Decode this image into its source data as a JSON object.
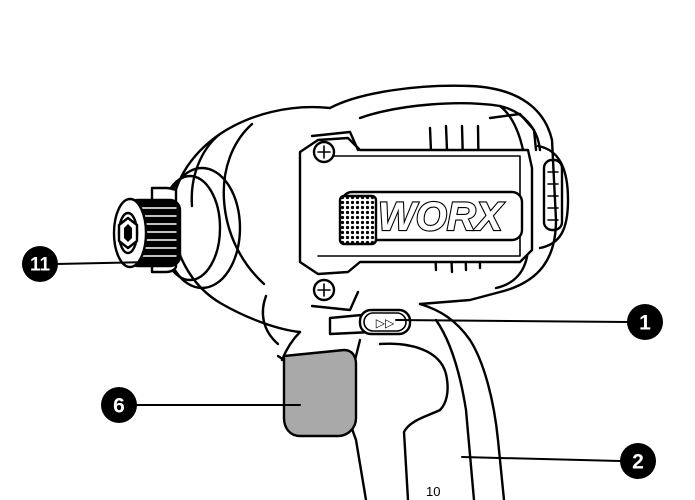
{
  "brand": {
    "logo_text": "WORX"
  },
  "callouts": [
    {
      "id": "11",
      "label": "11"
    },
    {
      "id": "1",
      "label": "1"
    },
    {
      "id": "6",
      "label": "6"
    },
    {
      "id": "2",
      "label": "2"
    }
  ],
  "switch_symbol": "▷▷",
  "bottom_marking": "10",
  "colors": {
    "line": "#000000",
    "background": "#ffffff",
    "grip_fill": "#a9a9a9",
    "logo_fill": "#ffffff"
  }
}
